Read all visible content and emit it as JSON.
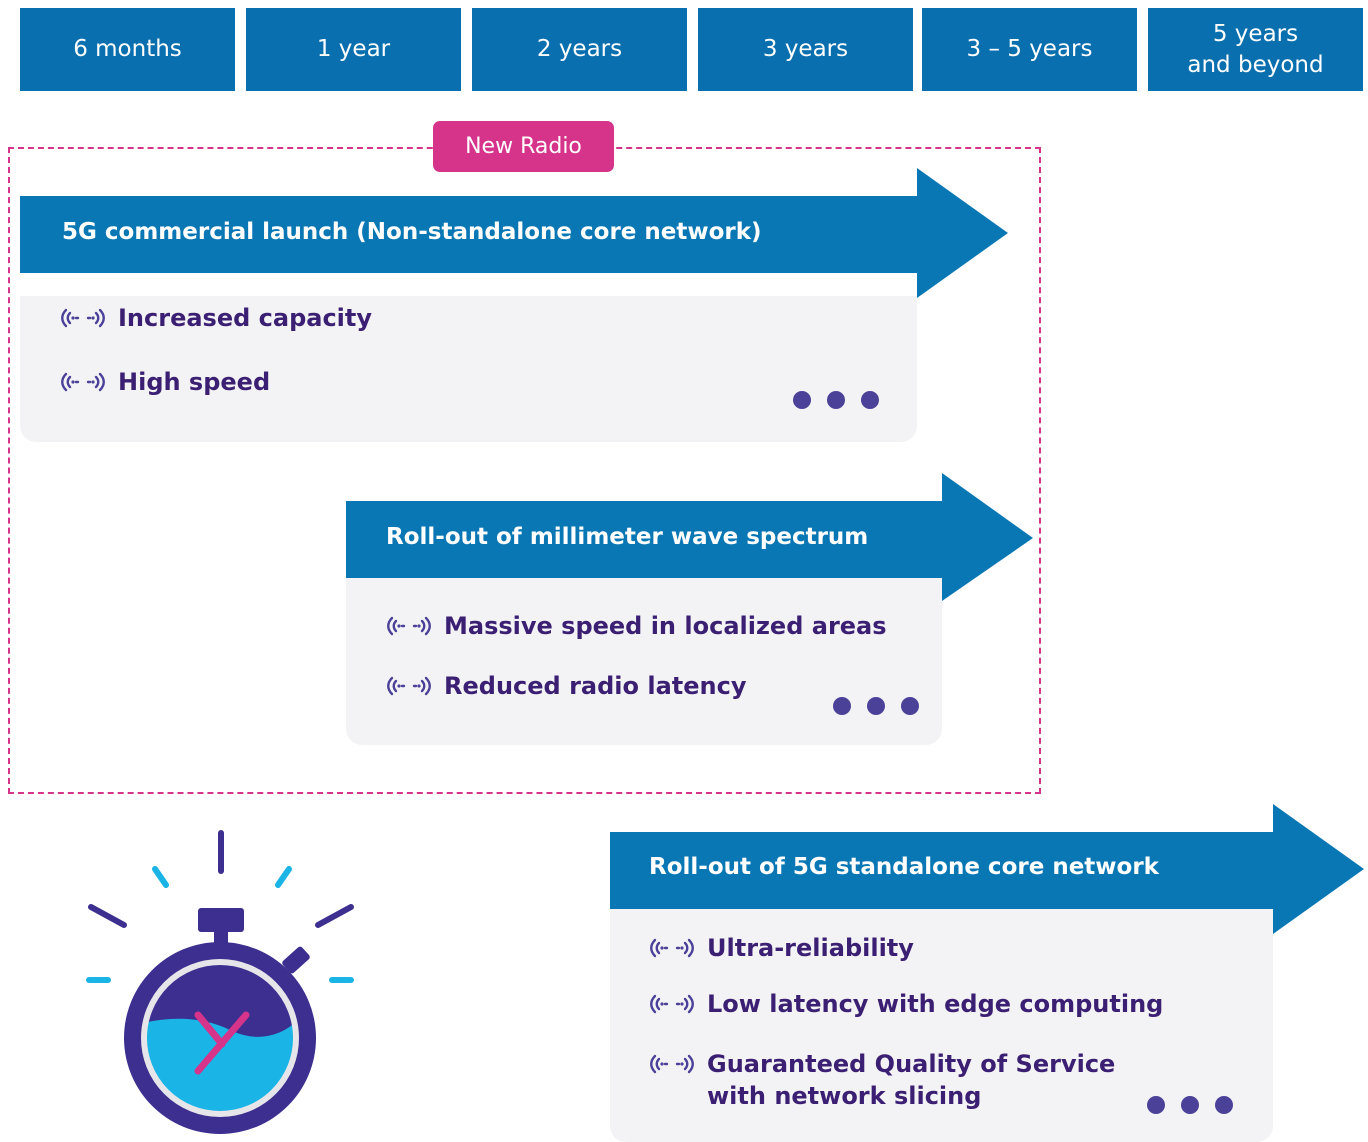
{
  "timeline": {
    "periods": [
      "6 months",
      "1 year",
      "2 years",
      "3 years",
      "3 – 5 years",
      "5 years\nand beyond"
    ]
  },
  "new_radio": {
    "label": "New Radio"
  },
  "phases": [
    {
      "title": "5G commercial launch (Non-standalone core network)",
      "features": [
        "Increased capacity",
        "High speed"
      ]
    },
    {
      "title": "Roll-out of millimeter wave spectrum",
      "features": [
        "Massive speed in localized areas",
        "Reduced radio latency"
      ]
    },
    {
      "title": "Roll-out of 5G standalone core network",
      "features": [
        "Ultra-reliability",
        "Low latency with edge computing",
        "Guaranteed Quality of Service\nwith network slicing"
      ]
    }
  ],
  "icons": {
    "feature_bullet": "radio-waves-icon",
    "more": "ellipsis-dots-icon",
    "illustration": "stopwatch-icon"
  },
  "colors": {
    "timeline_blue": "#0a6fae",
    "arrow_blue": "#0a77b5",
    "magenta": "#d6338a",
    "text_purple": "#3b1f73",
    "dot_purple": "#4b4199",
    "card_gray": "#f3f3f5",
    "cyan": "#1ab4e6"
  }
}
